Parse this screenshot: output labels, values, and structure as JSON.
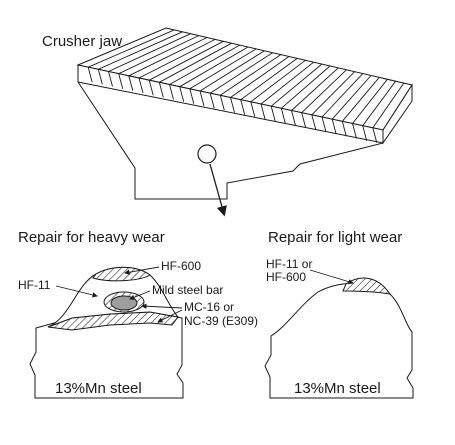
{
  "title": "Crusher jaw",
  "left_panel": {
    "heading": "Repair for heavy wear",
    "labels": {
      "hf600": "HF-600",
      "hf11": "HF-11",
      "mild_steel": "Mild steel bar",
      "mc16_line1": "MC-16 or",
      "mc16_line2": "NC-39 (E309)"
    },
    "base": "13%Mn steel"
  },
  "right_panel": {
    "heading": "Repair for light wear",
    "label_line1": "HF-11 or",
    "label_line2": "HF-600",
    "base": "13%Mn steel"
  }
}
